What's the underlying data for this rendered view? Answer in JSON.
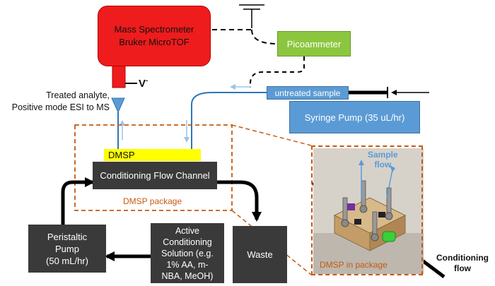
{
  "mass_spec": {
    "line1": "Mass Spectrometer",
    "line2": "Bruker MicroTOF"
  },
  "voltage_label": "V",
  "voltage_sup": "-",
  "picoammeter": "Picoammeter",
  "untreated_sample": "untreated sample",
  "syringe_pump": "Syringe Pump (35 uL/hr)",
  "treated_analyte": {
    "line1": "Treated analyte,",
    "line2": "Positive mode ESI to MS"
  },
  "dmsp": "DMSP",
  "conditioning_channel": "Conditioning Flow Channel",
  "dmsp_package": "DMSP package",
  "peristaltic_pump": {
    "line1": "Peristaltic",
    "line2": "Pump",
    "line3": "(50 mL/hr)"
  },
  "active_solution": {
    "line1": "Active",
    "line2": "Conditioning",
    "line3": "Solution (e.g.",
    "line4": "1% AA, m-",
    "line5": "NBA, MeOH)"
  },
  "waste": "Waste",
  "photo": {
    "sample_flow_line1": "Sample",
    "sample_flow_line2": "flow",
    "caption": "DMSP in package"
  },
  "conditioning_flow": {
    "line1": "Conditioning",
    "line2": "flow"
  },
  "colors": {
    "ms_red": "#ee1c1c",
    "picoammeter_green": "#8cc63f",
    "pump_blue": "#5b9bd5",
    "dark_box": "#3a3a3a",
    "dmsp_yellow": "#ffff00",
    "package_orange": "#c55a11",
    "tubing_blue": "#2e75b6"
  }
}
